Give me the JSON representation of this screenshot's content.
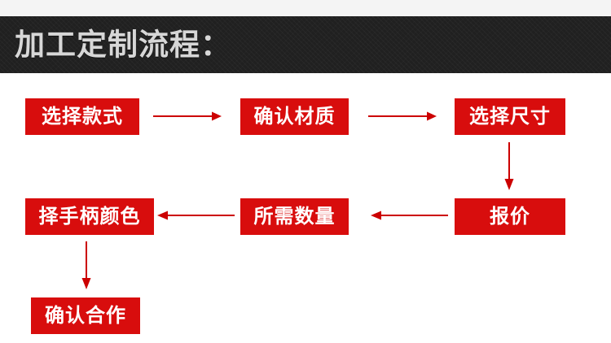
{
  "header": {
    "title": "加工定制流程：",
    "bar_color": "#232323",
    "title_color": "#d7d7d7"
  },
  "theme": {
    "box_color": "#d80d0d",
    "box_text_color": "#ffffff",
    "arrow_color": "#cc0000",
    "page_background": "#ffffff",
    "top_strip_color": "#f4f4f4"
  },
  "flow": {
    "rows": [
      {
        "row_index": 1,
        "direction": "left-to-right",
        "steps": [
          {
            "id": "style",
            "label": "选择款式"
          },
          {
            "id": "material",
            "label": "确认材质"
          },
          {
            "id": "size",
            "label": "选择尺寸"
          }
        ]
      },
      {
        "row_index": 2,
        "direction": "right-to-left",
        "steps": [
          {
            "id": "handle",
            "label": "择手柄颜色"
          },
          {
            "id": "quantity",
            "label": "所需数量"
          },
          {
            "id": "quote",
            "label": "报价"
          }
        ]
      },
      {
        "row_index": 3,
        "direction": "terminal",
        "steps": [
          {
            "id": "confirm",
            "label": "确认合作"
          }
        ]
      }
    ],
    "connectors": [
      {
        "id": "style-to-material",
        "type": "arrow-right",
        "from": "选择款式",
        "to": "确认材质"
      },
      {
        "id": "material-to-size",
        "type": "arrow-right",
        "from": "确认材质",
        "to": "选择尺寸"
      },
      {
        "id": "size-to-quote",
        "type": "arrow-down",
        "from": "选择尺寸",
        "to": "报价"
      },
      {
        "id": "quote-to-quantity",
        "type": "arrow-left",
        "from": "报价",
        "to": "所需数量"
      },
      {
        "id": "quantity-to-handle",
        "type": "arrow-left",
        "from": "所需数量",
        "to": "择手柄颜色"
      },
      {
        "id": "handle-to-confirm",
        "type": "arrow-down",
        "from": "择手柄颜色",
        "to": "确认合作"
      }
    ]
  }
}
